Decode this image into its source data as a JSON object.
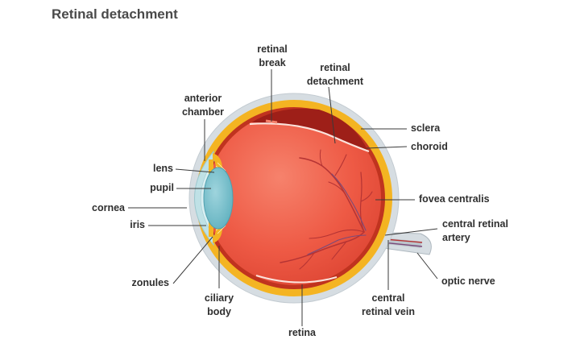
{
  "diagram": {
    "title": "Retinal detachment",
    "labels": {
      "retinal_break": "retinal\nbreak",
      "retinal_detachment": "retinal\ndetachment",
      "anterior_chamber": "anterior\nchamber",
      "sclera": "sclera",
      "choroid": "choroid",
      "lens": "lens",
      "pupil": "pupil",
      "cornea": "cornea",
      "iris": "iris",
      "fovea_centralis": "fovea centralis",
      "central_retinal_artery": "central retinal\nartery",
      "zonules": "zonules",
      "optic_nerve": "optic nerve",
      "ciliary_body": "ciliary\nbody",
      "central_retinal_vein": "central\nretinal vein",
      "retina": "retina"
    },
    "colors": {
      "sclera": "#d6dde2",
      "choroid": "#f4b422",
      "retina_outer": "#c0331f",
      "vitreous": "#ee5a45",
      "detached_pocket": "#9e1f18",
      "cornea": "#bfe1e6",
      "lens": "#7cc3cf",
      "vessels": "#b53434",
      "leader_lines": "#3a3a3a"
    }
  }
}
